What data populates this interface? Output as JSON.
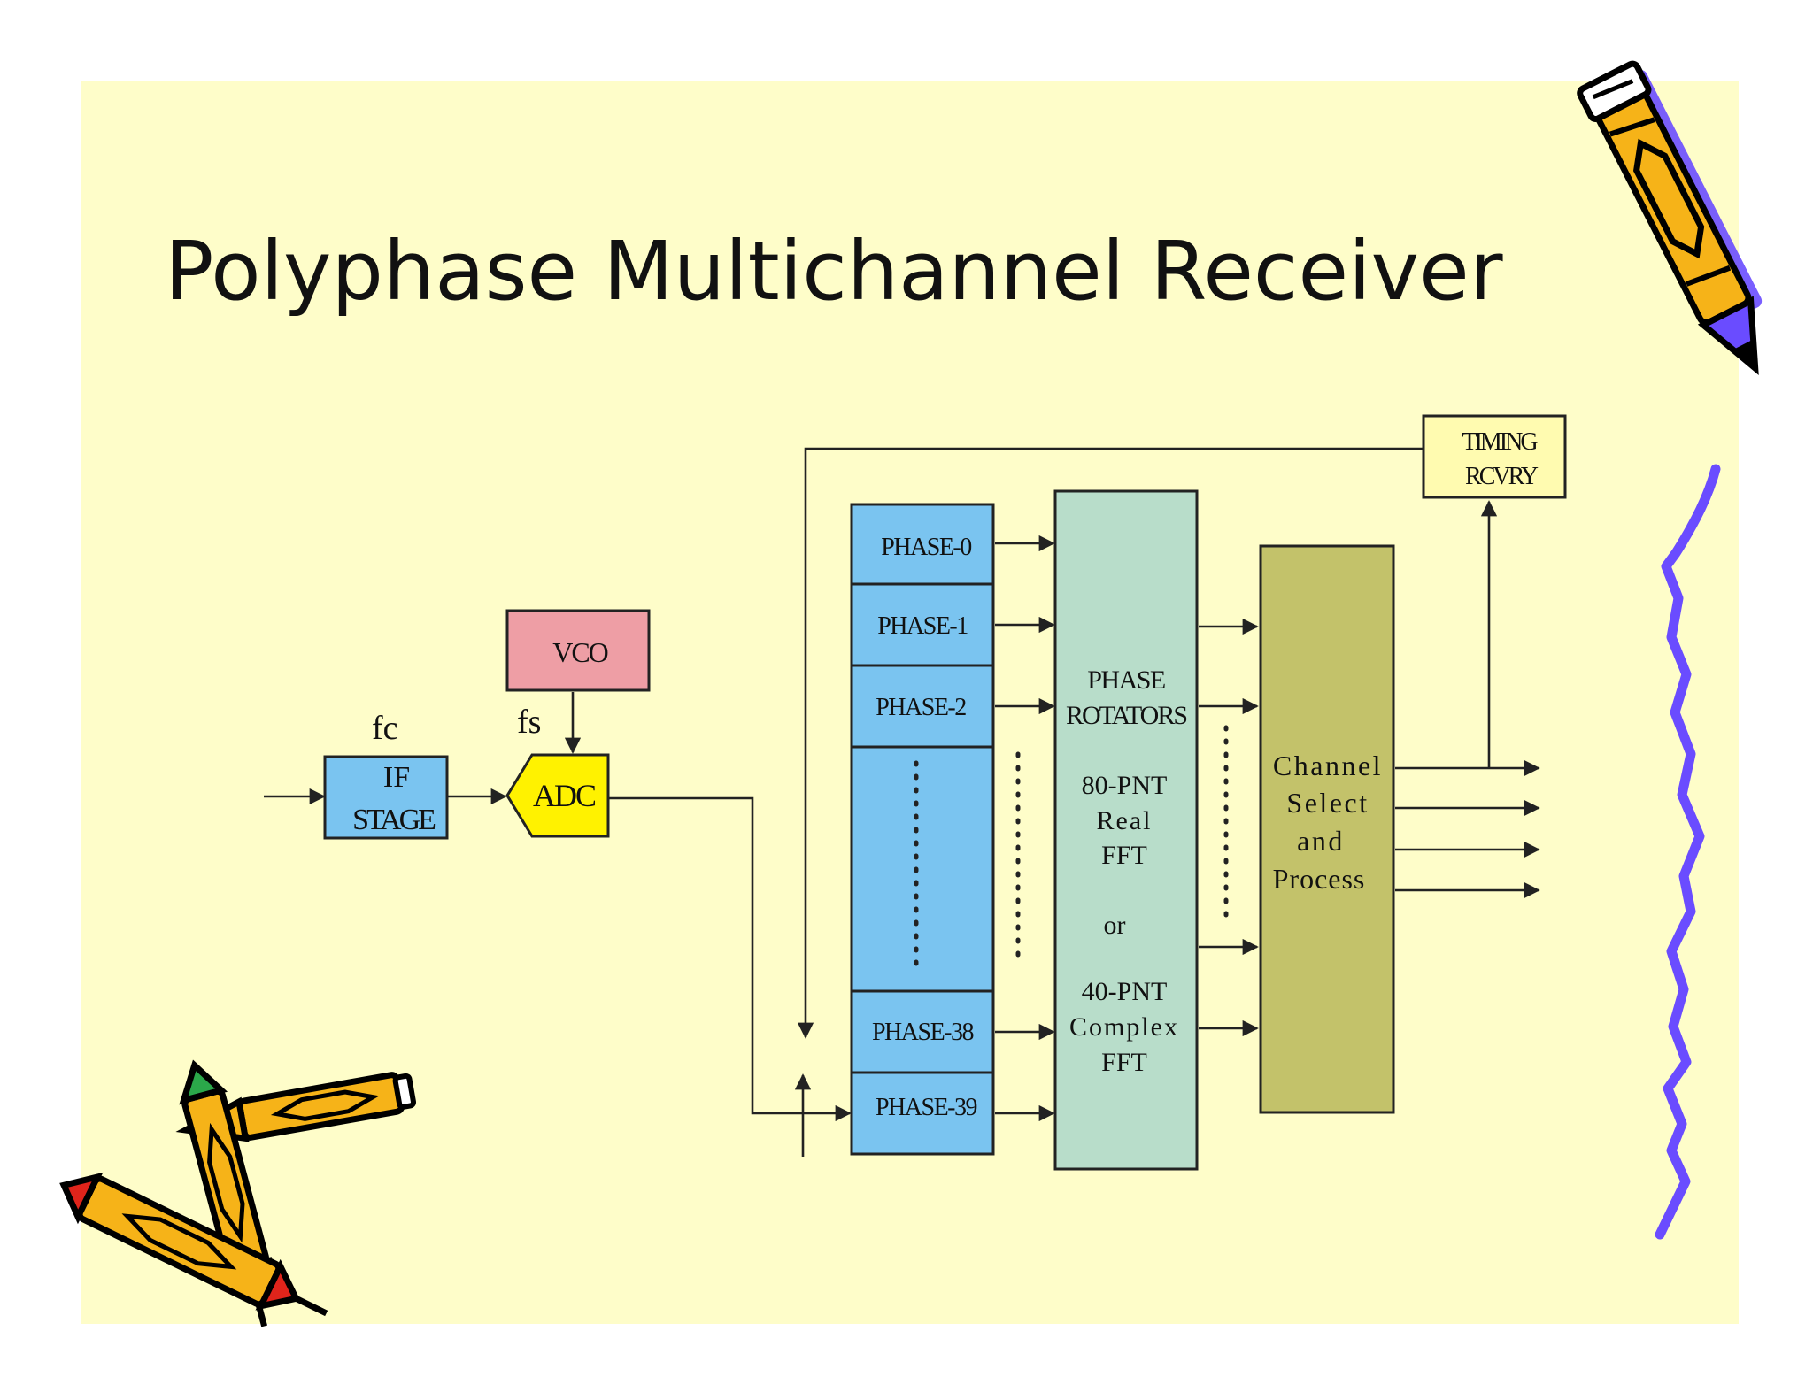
{
  "title": "Polyphase Multichannel Receiver",
  "colors": {
    "slide_background": "#FEFDC9",
    "if_stage": "#7AC4F0",
    "vco": "#EE9EA5",
    "adc": "#FFF200",
    "phase_bank": "#7AC4F0",
    "rotators": "#B8DDCA",
    "channel_select": "#C3C26A",
    "timing": "#FFFBB0",
    "squiggle": "#6A4CFF",
    "pencil_body": "#F6B318"
  },
  "labels": {
    "fc": "fc",
    "fs": "fs",
    "vco": "VCO",
    "adc": "ADC",
    "if_stage": [
      "IF",
      "STAGE"
    ],
    "timing": [
      "TIMING",
      "RCVRY"
    ],
    "rotators": [
      "PHASE",
      "ROTATORS",
      "80-PNT",
      "Real",
      "FFT",
      "or",
      "40-PNT",
      "Complex",
      "FFT"
    ],
    "channel_select": [
      "Channel",
      "Select",
      "and",
      "Process"
    ]
  },
  "phases": {
    "top": [
      "PHASE-0",
      "PHASE-1",
      "PHASE-2"
    ],
    "bottom": [
      "PHASE-38",
      "PHASE-39"
    ]
  },
  "decorations": {
    "top_right": "pencil-icon",
    "bottom_left": "crossed-crayons-icon",
    "right_edge": "squiggle-line"
  }
}
